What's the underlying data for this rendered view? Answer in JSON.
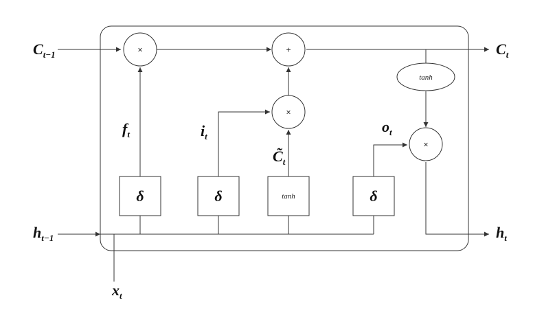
{
  "ops": {
    "forget_mult": "×",
    "add": "+",
    "input_mult": "×",
    "output_mult": "×"
  },
  "functions": {
    "tanh_cell": "tanh",
    "tanh_candidate": "tanh",
    "sigma_forget": "δ",
    "sigma_input": "δ",
    "sigma_output": "δ"
  },
  "labels": {
    "c_prev": {
      "main": "C",
      "sub": "t−1"
    },
    "c_next": {
      "main": "C",
      "sub": "t"
    },
    "h_prev": {
      "main": "h",
      "sub": "t−1"
    },
    "h_next": {
      "main": "h",
      "sub": "t"
    },
    "x_t": {
      "main": "x",
      "sub": "t"
    },
    "f_t": {
      "main": "f",
      "sub": "t"
    },
    "i_t": {
      "main": "i",
      "sub": "t"
    },
    "o_t": {
      "main": "o",
      "sub": "t"
    },
    "c_tilde": {
      "main": "C̃",
      "sub": "t"
    }
  }
}
